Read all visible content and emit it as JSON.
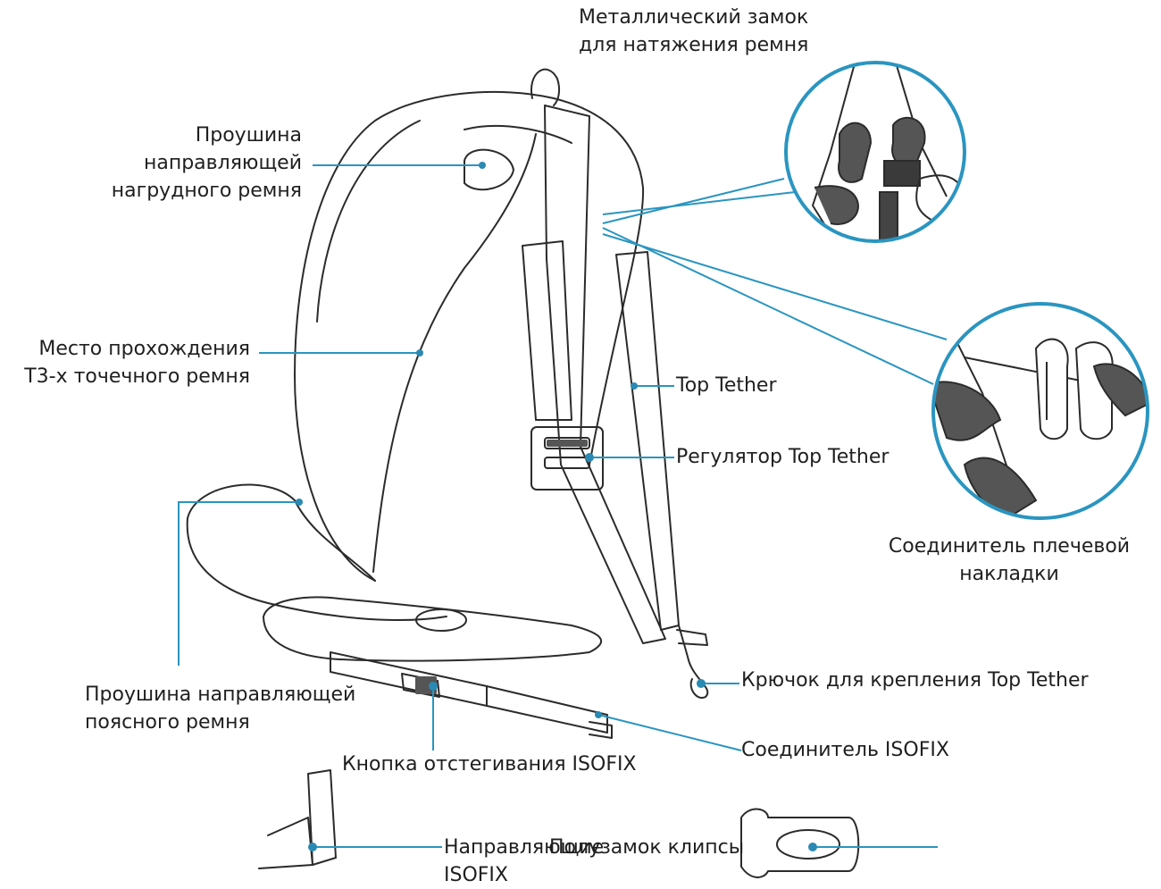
{
  "labels": {
    "metal_lock": [
      "Металлический замок",
      "для натяжения ремня"
    ],
    "chest_guide": [
      "Проушина",
      "направляющей",
      "нагрудного ремня"
    ],
    "belt_route": [
      "Место прохождения",
      "Т3-х точечного ремня"
    ],
    "top_tether": "Top Tether",
    "tether_adjuster": "Регулятор Top Tether",
    "shoulder_pad_connector": [
      "Соединитель плечевой",
      "накладки"
    ],
    "lap_guide": [
      "Проушина направляющей",
      "поясного ремня"
    ],
    "tether_hook": "Крючок для крепления Top Tether",
    "isofix_connector": "Соединитель ISOFIX",
    "isofix_release": "Кнопка отстегивания ISOFIX",
    "isofix_guide": [
      "Направляющие",
      "ISOFIX"
    ],
    "clip_lock": "Полузамок клипсы"
  },
  "colors": {
    "leader_line": "#2a95c0",
    "outline": "#2b2b2b",
    "dark_fill": "#555555",
    "marker": "#2a8ab4"
  }
}
